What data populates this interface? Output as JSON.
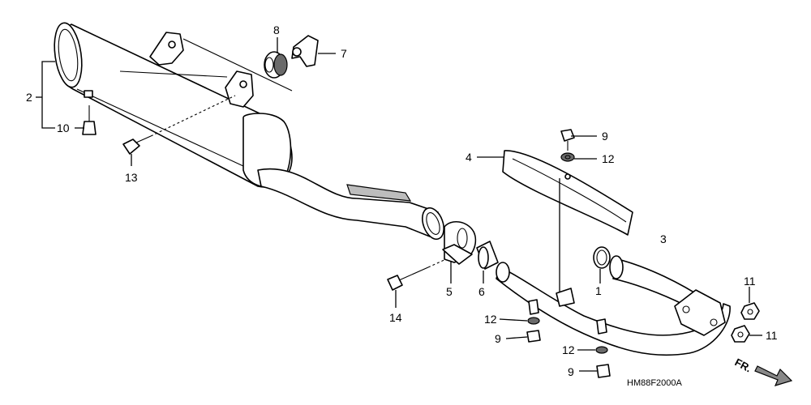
{
  "diagram": {
    "code": "HM88F2000A",
    "direction_label": "FR.",
    "callouts": {
      "c1": "1",
      "c2": "2",
      "c3": "3",
      "c4": "4",
      "c5": "5",
      "c6": "6",
      "c7": "7",
      "c8": "8",
      "c9a": "9",
      "c9b": "9",
      "c9c": "9",
      "c10": "10",
      "c11a": "11",
      "c11b": "11",
      "c12a": "12",
      "c12b": "12",
      "c12c": "12",
      "c13": "13",
      "c14": "14"
    }
  }
}
